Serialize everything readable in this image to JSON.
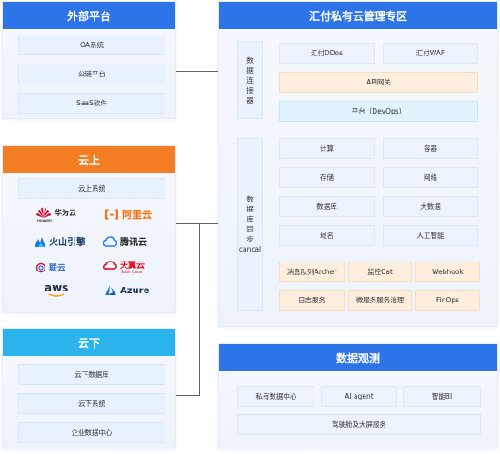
{
  "external": {
    "title": "外部平台",
    "items": [
      "OA系统",
      "公链平台",
      "SaaS软件"
    ]
  },
  "cloud_up": {
    "title": "云上",
    "system": "云上系统",
    "logos": {
      "huawei": "华为云",
      "huawei_sub": "HUAWEI",
      "aliyun": "阿里云",
      "volcano": "火山引擎",
      "tencent": "腾讯云",
      "unicom": "联云",
      "tianyi": "天翼云",
      "tianyi_sub": "State Cloud",
      "aws": "aws",
      "azure": "Azure"
    }
  },
  "cloud_down": {
    "title": "云下",
    "items": [
      "云下数据库",
      "云下系统",
      "企业数据中心"
    ]
  },
  "private_zone": {
    "title": "汇付私有云管理专区",
    "connector_label": "数\n据\n连\n接\n器",
    "sync_label": "数\n据\n库\n同\n步\ncancal",
    "ddos": "汇付DDos",
    "waf": "汇付WAF",
    "api_gateway": "API网关",
    "devops": "平台（DevOps）",
    "grid": [
      "计算",
      "容器",
      "存储",
      "网络",
      "数据库",
      "大数据",
      "域名",
      "人工智能"
    ],
    "services": [
      "消息队列Archer",
      "监控Cat",
      "Webhook",
      "日志服务",
      "微服务服务治理",
      "FinOps"
    ]
  },
  "observability": {
    "title": "数据观测",
    "items": [
      "私有数据中心",
      "AI agent",
      "智能BI"
    ],
    "bottom": "驾驶舱及大屏服务"
  },
  "colors": {
    "blue": "#2d74e8",
    "orange": "#f27d22",
    "cyan": "#2bb3ec",
    "aliyun": "#ff6a00",
    "huawei": "#cf0a2c"
  }
}
